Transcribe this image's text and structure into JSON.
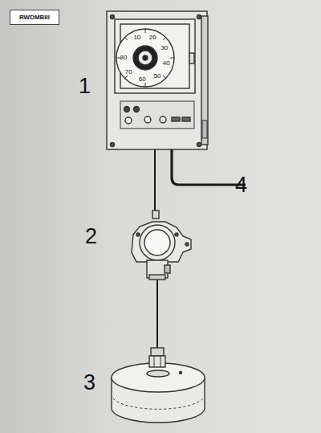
{
  "diagram": {
    "nodes": [
      {
        "text": [
          "RWDMBIII"
        ]
      }
    ],
    "labels": [
      "1",
      "10",
      "20",
      "30",
      "40",
      "50",
      "60",
      "70",
      "80",
      "2",
      "3",
      "4"
    ]
  }
}
